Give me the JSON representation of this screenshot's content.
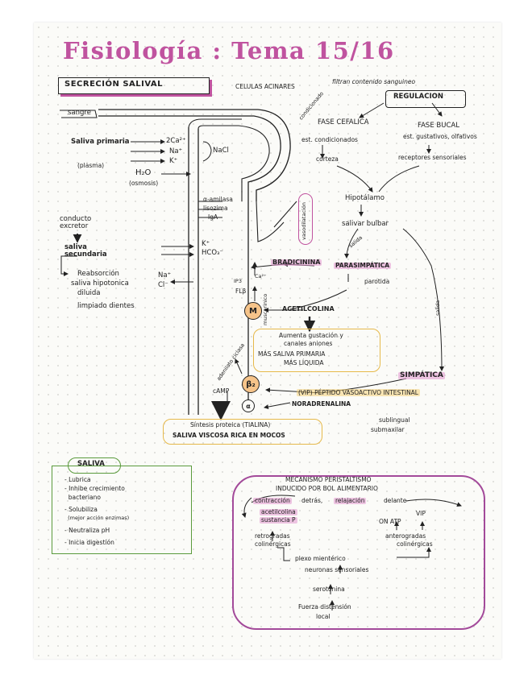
{
  "title": "Fisiología : Tema 15/16",
  "section_title": "SECRECIÓN SALIVAL",
  "header_notes": {
    "acinares": "CELULAS ACINARES",
    "filtran": "filtran contenido sanguineo",
    "condicionado": "condicionado"
  },
  "regulacion": {
    "title": "REGULACION",
    "fase_cefalica": "FASE CEFALICA",
    "fase_cefalica_sub": "est. condicionados",
    "corteza": "corteza",
    "fase_bucal": "FASE BUCAL",
    "fase_bucal_sub1": "est. gustativos, olfativos",
    "receptores": "receptores sensoriales",
    "hipotalamo": "Hipotálamo",
    "salivar_bulbar": "salivar  bulbar",
    "salida1": "salida",
    "parasimpatica": "PARASIMPÁTICA",
    "parotida": "parotida",
    "salida2": "salida",
    "simpatica": "SIMPÁTICA",
    "sublingual": "sublingual",
    "submaxilar": "submaxilar"
  },
  "acinar": {
    "sangre": "sangre",
    "saliva_primaria": "Saliva primaria",
    "plasma": "(plasma)",
    "ca": "2Ca²⁺",
    "na": "Na⁺",
    "k": "K⁺",
    "nacl": "NaCl",
    "h2o": "H₂O",
    "osmosis": "(osmosis)",
    "amilasa": "α-amilasa",
    "lisozima": "lisozima",
    "iga": "IgA",
    "conducto_excretor": "conducto excretor",
    "saliva_secundaria": "saliva secundaria",
    "k2": "K⁺",
    "hco3": "HCO₃⁻",
    "reabsorcion": "Reabsorción",
    "saliva_hipotonica": "saliva hipotonica",
    "diluida": "diluida",
    "na2": "Na⁺",
    "cl": "Cl⁻",
    "lumpiado": "limpiado dientes",
    "vasodilatacion": "vasodilatación",
    "bradicinina": "BRADICININA",
    "ca_label": "Ca²⁺",
    "ip3": "IP3",
    "fl_beta": "FLβ",
    "muscarinico": "muscarinico",
    "receptor_m": "M",
    "acetilcolina": "ACETILCOLINA",
    "aumenta1": "Aumenta gustación y",
    "aumenta2": "canales aniones",
    "aumenta3": "MÁS SALIVA PRIMARIA",
    "aumenta4": "MÁS LÍQUIDA",
    "adenilato": "adenilato ciclasa",
    "receptor_b": "β₂",
    "receptor_a": "α",
    "camp": "cAMP",
    "vip": "(VIP) PÉPTIDO VASOACTIVO INTESTINAL",
    "noradrenalina": "NORADRENALINA",
    "sintesis": "Síntesis proteica (TIALINA)",
    "viscosa": "SALIVA VISCOSA RICA EN MOCOS"
  },
  "saliva_box": {
    "title": "SALIVA",
    "items": [
      "- Lubrica",
      "- Inhibe crecimiento",
      "  bacteriano",
      "- Solubiliza",
      "  (mejor acción enzimas)",
      "- Neutraliza pH",
      "- Inicia digestión"
    ]
  },
  "peristaltismo": {
    "title1": "MECANISMO PERISTALTISMO",
    "title2": "INDUCIDO POR BOL ALIMENTARIO",
    "contraccion": "contracción",
    "detras": "detrás,",
    "relajacion": "relajación",
    "delante": "delante",
    "acetilcolina": "acetilcolina",
    "sustancia_p": "sustancia P",
    "vip": "VIP",
    "on_atp": "ON  ATP",
    "retrogradas": "retrogradas",
    "colinergicas": "colinérgicas",
    "anterogradas": "anterogradas",
    "colinergicas2": "colinérgicas",
    "plexo": "plexo mientérico",
    "neuronas": "neuronas sensoriales",
    "serotonina": "serotonina",
    "fuerza": "Fuerza distensión",
    "local": "local"
  },
  "colors": {
    "accent_pink": "#c0539f",
    "accent_yellow": "#e6b94a",
    "accent_green": "#5a9a3c",
    "accent_purple": "#a34a9a"
  }
}
